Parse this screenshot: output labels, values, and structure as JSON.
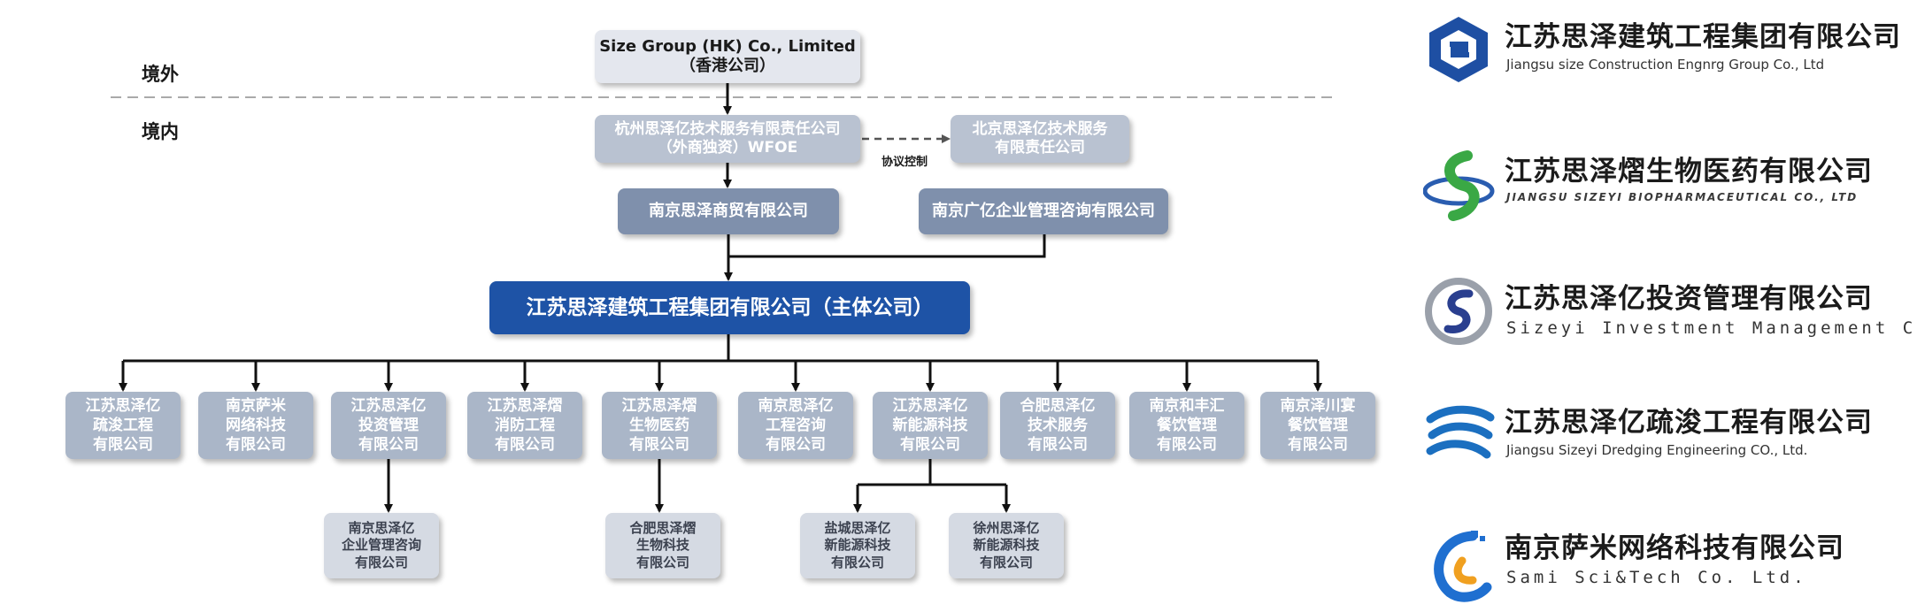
{
  "regions": {
    "overseas": "境外",
    "domestic": "境内"
  },
  "nodes": {
    "hk": [
      "Size Group (HK) Co., Limited",
      "（香港公司）"
    ],
    "wfoe": [
      "杭州思泽亿技术服务有限责任公司",
      "（外商独资）WFOE"
    ],
    "beijing": [
      "北京思泽亿技术服务",
      "有限责任公司"
    ],
    "trade": [
      "南京思泽商贸有限公司"
    ],
    "consult": [
      "南京广亿企业管理咨询有限公司"
    ],
    "main": [
      "江苏思泽建筑工程集团有限公司（主体公司）"
    ],
    "subs": [
      [
        "江苏思泽亿",
        "疏浚工程",
        "有限公司"
      ],
      [
        "南京萨米",
        "网络科技",
        "有限公司"
      ],
      [
        "江苏思泽亿",
        "投资管理",
        "有限公司"
      ],
      [
        "江苏思泽熠",
        "消防工程",
        "有限公司"
      ],
      [
        "江苏思泽熠",
        "生物医药",
        "有限公司"
      ],
      [
        "南京思泽亿",
        "工程咨询",
        "有限公司"
      ],
      [
        "江苏思泽亿",
        "新能源科技",
        "有限公司"
      ],
      [
        "合肥思泽亿",
        "技术服务",
        "有限公司"
      ],
      [
        "南京和丰汇",
        "餐饮管理",
        "有限公司"
      ],
      [
        "南京泽川宴",
        "餐饮管理",
        "有限公司"
      ]
    ],
    "subsubs": [
      [
        "南京思泽亿",
        "企业管理咨询",
        "有限公司"
      ],
      [
        "合肥思泽熠",
        "生物科技",
        "有限公司"
      ],
      [
        "盐城思泽亿",
        "新能源科技",
        "有限公司"
      ],
      [
        "徐州思泽亿",
        "新能源科技",
        "有限公司"
      ]
    ]
  },
  "agreement_label": "协议控制",
  "logos": [
    {
      "icon": "hexagon-s-icon",
      "cn": "江苏思泽建筑工程集团有限公司",
      "en": "Jiangsu size Construction Engnrg Group Co., Ltd",
      "color": "#1e4fa3"
    },
    {
      "icon": "swirl-s-icon",
      "cn": "江苏思泽熠生物医药有限公司",
      "en": "JIANGSU SIZEYI BIOPHARMACEUTICAL CO., LTD",
      "color": "#3aa845"
    },
    {
      "icon": "circle-s-icon",
      "cn": "江苏思泽亿投资管理有限公司",
      "en": "Sizeyi  Investment  Management  Co.  Ltd.",
      "color": "#2a3f8f"
    },
    {
      "icon": "wave-s-icon",
      "cn": "江苏思泽亿疏浚工程有限公司",
      "en": "Jiangsu Sizeyi Dredging Engineering CO., Ltd.",
      "color": "#1b6fc0"
    },
    {
      "icon": "flame-c-icon",
      "cn": "南京萨米网络科技有限公司",
      "en": "Sami Sci&Tech Co. Ltd.",
      "color": "#f0a020"
    }
  ]
}
